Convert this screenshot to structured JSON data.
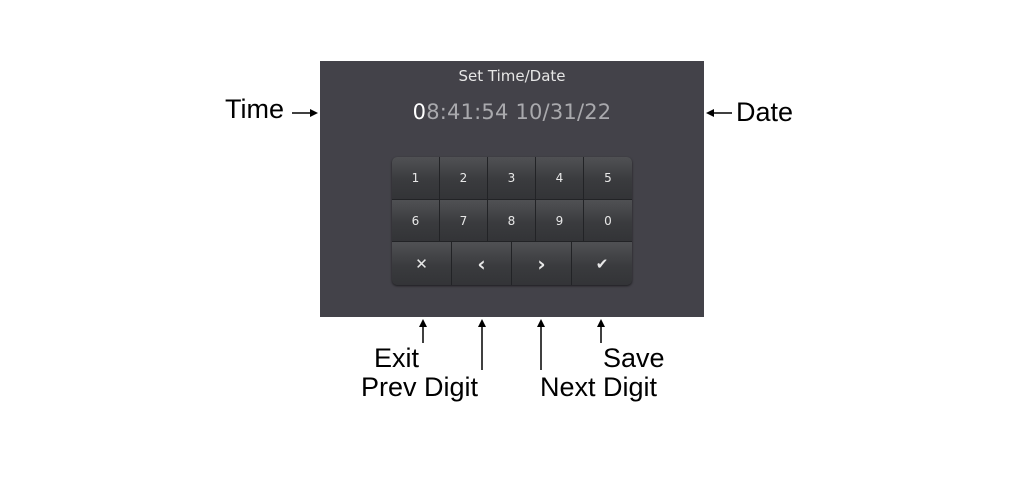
{
  "screen": {
    "title": "Set Time/Date",
    "time_active_digit": "0",
    "time_rest": "8:41:54",
    "date": "10/31/22"
  },
  "keypad": {
    "row1": [
      "1",
      "2",
      "3",
      "4",
      "5"
    ],
    "row2": [
      "6",
      "7",
      "8",
      "9",
      "0"
    ],
    "exit": "✕",
    "prev": "‹",
    "next": "›",
    "save": "✔"
  },
  "annotations": {
    "time": "Time",
    "date": "Date",
    "exit": "Exit",
    "prev_digit": "Prev Digit",
    "next_digit": "Next Digit",
    "save": "Save"
  },
  "icons": {
    "exit": "close-icon",
    "prev": "chevron-left-icon",
    "next": "chevron-right-icon",
    "save": "checkmark-icon"
  },
  "colors": {
    "screen_bg": "#434249",
    "active_digit": "#ffffff",
    "inactive_text": "#a9a9ad"
  }
}
